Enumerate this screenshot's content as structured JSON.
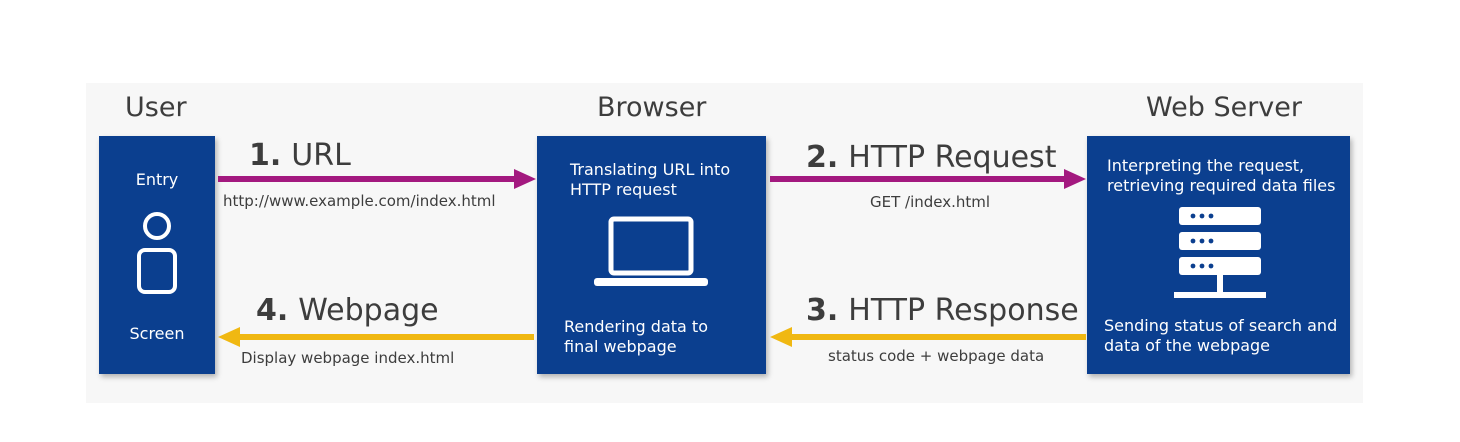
{
  "columns": {
    "user": "User",
    "browser": "Browser",
    "server": "Web Server"
  },
  "user_box": {
    "top_label": "Entry",
    "bottom_label": "Screen",
    "icon": "user-icon"
  },
  "browser_box": {
    "top_line1": "Translating URL into",
    "top_line2": "HTTP request",
    "bottom_line1": "Rendering data to",
    "bottom_line2": "final webpage",
    "icon": "laptop-icon"
  },
  "server_box": {
    "top_line1": "Interpreting the request,",
    "top_line2": "retrieving required data files",
    "bottom_line1": "Sending status of search and",
    "bottom_line2": "data of the webpage",
    "icon": "server-icon"
  },
  "steps": [
    {
      "num": "1.",
      "label": "URL",
      "detail": "http://www.example.com/index.html"
    },
    {
      "num": "2.",
      "label": "HTTP Request",
      "detail": "GET /index.html"
    },
    {
      "num": "3.",
      "label": "HTTP Response",
      "detail": "status code + webpage data"
    },
    {
      "num": "4.",
      "label": "Webpage",
      "detail": "Display webpage index.html"
    }
  ],
  "colors": {
    "box": "#0b3f8f",
    "request_arrow": "#a3197f",
    "response_arrow": "#f0b812",
    "panel": "#f7f7f7"
  }
}
